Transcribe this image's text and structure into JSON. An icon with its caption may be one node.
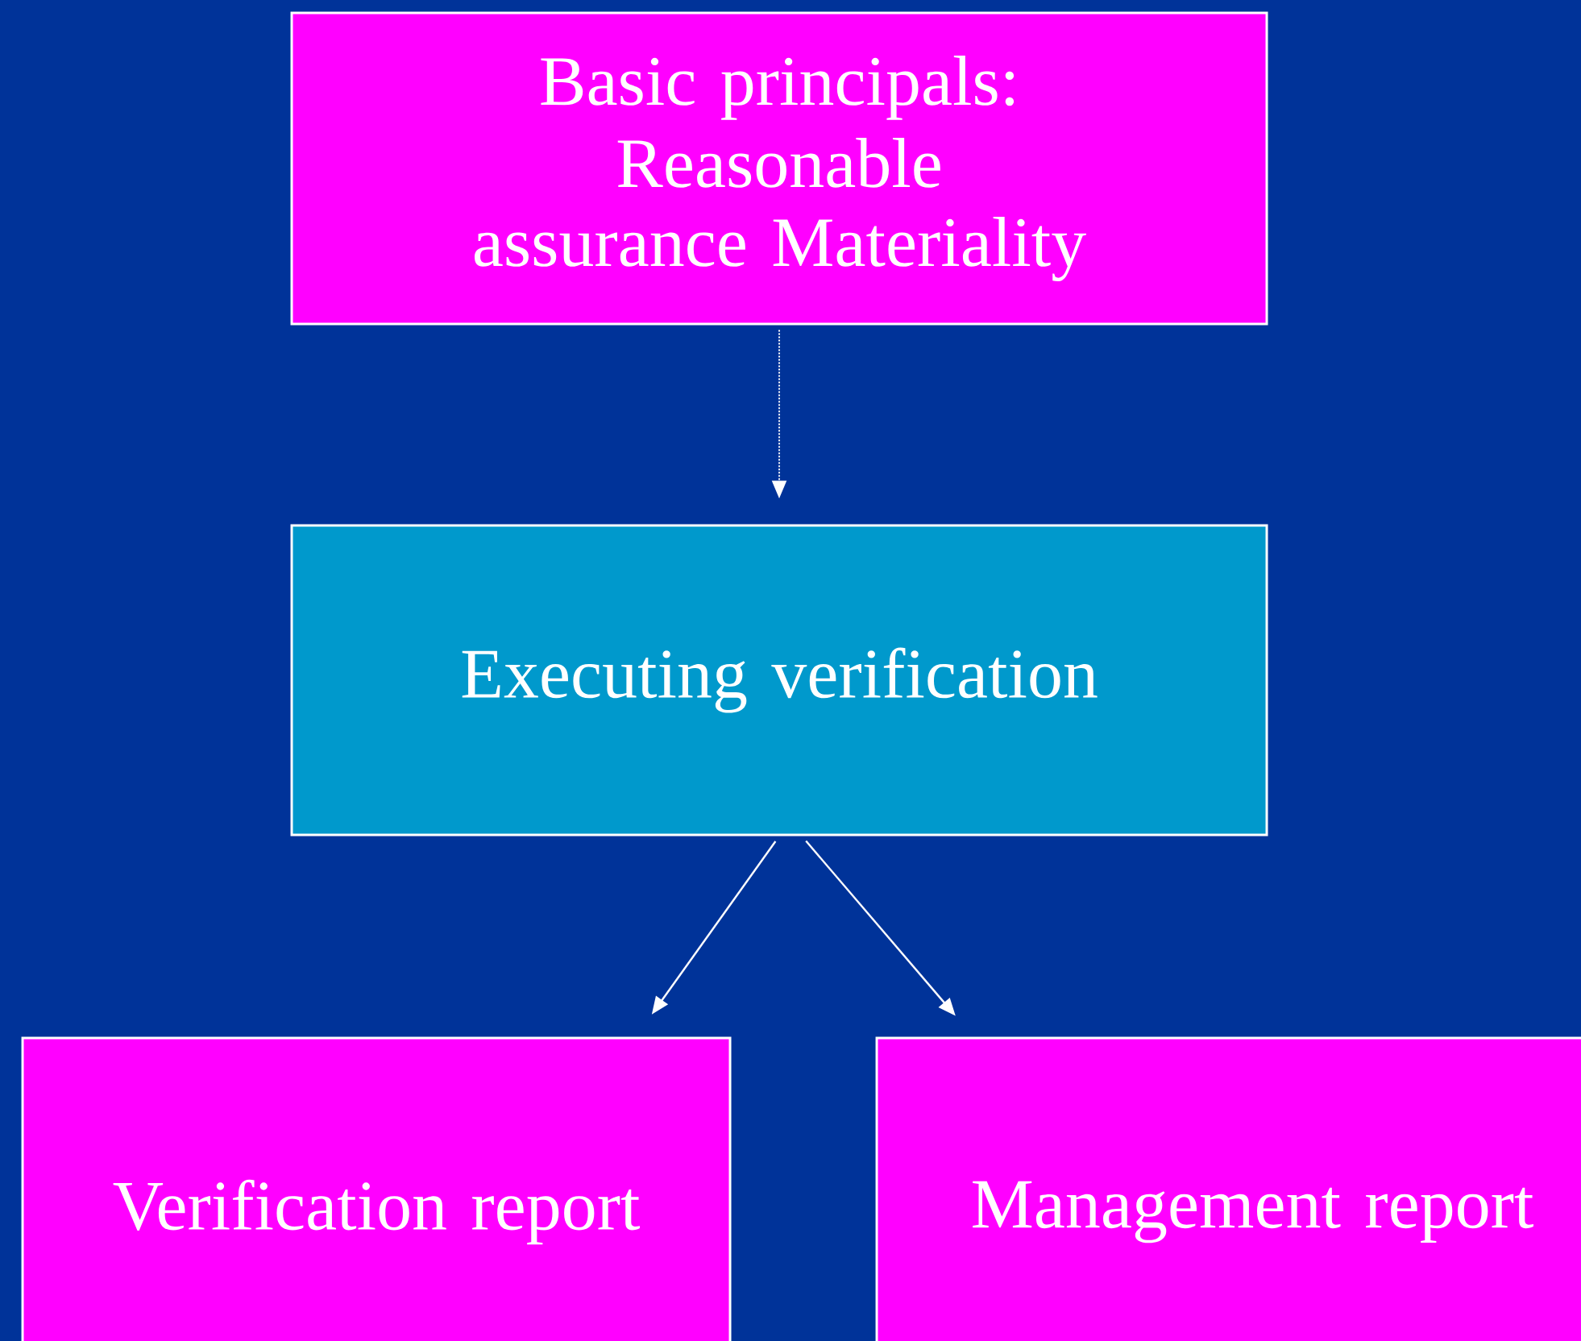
{
  "diagram": {
    "nodes": [
      {
        "text": [
          "Basic principals:",
          "Reasonable assurance Materiality"
        ]
      },
      {
        "text": [
          "Executing verification"
        ]
      },
      {
        "text": [
          "Verification report"
        ]
      },
      {
        "text": [
          "Management report"
        ]
      }
    ],
    "edges": [
      {
        "from": 0,
        "to": 1,
        "arrow": "to",
        "style": "dashed"
      },
      {
        "from": 1,
        "to": 2,
        "arrow": "to"
      },
      {
        "from": 1,
        "to": 3,
        "arrow": "to"
      }
    ]
  }
}
